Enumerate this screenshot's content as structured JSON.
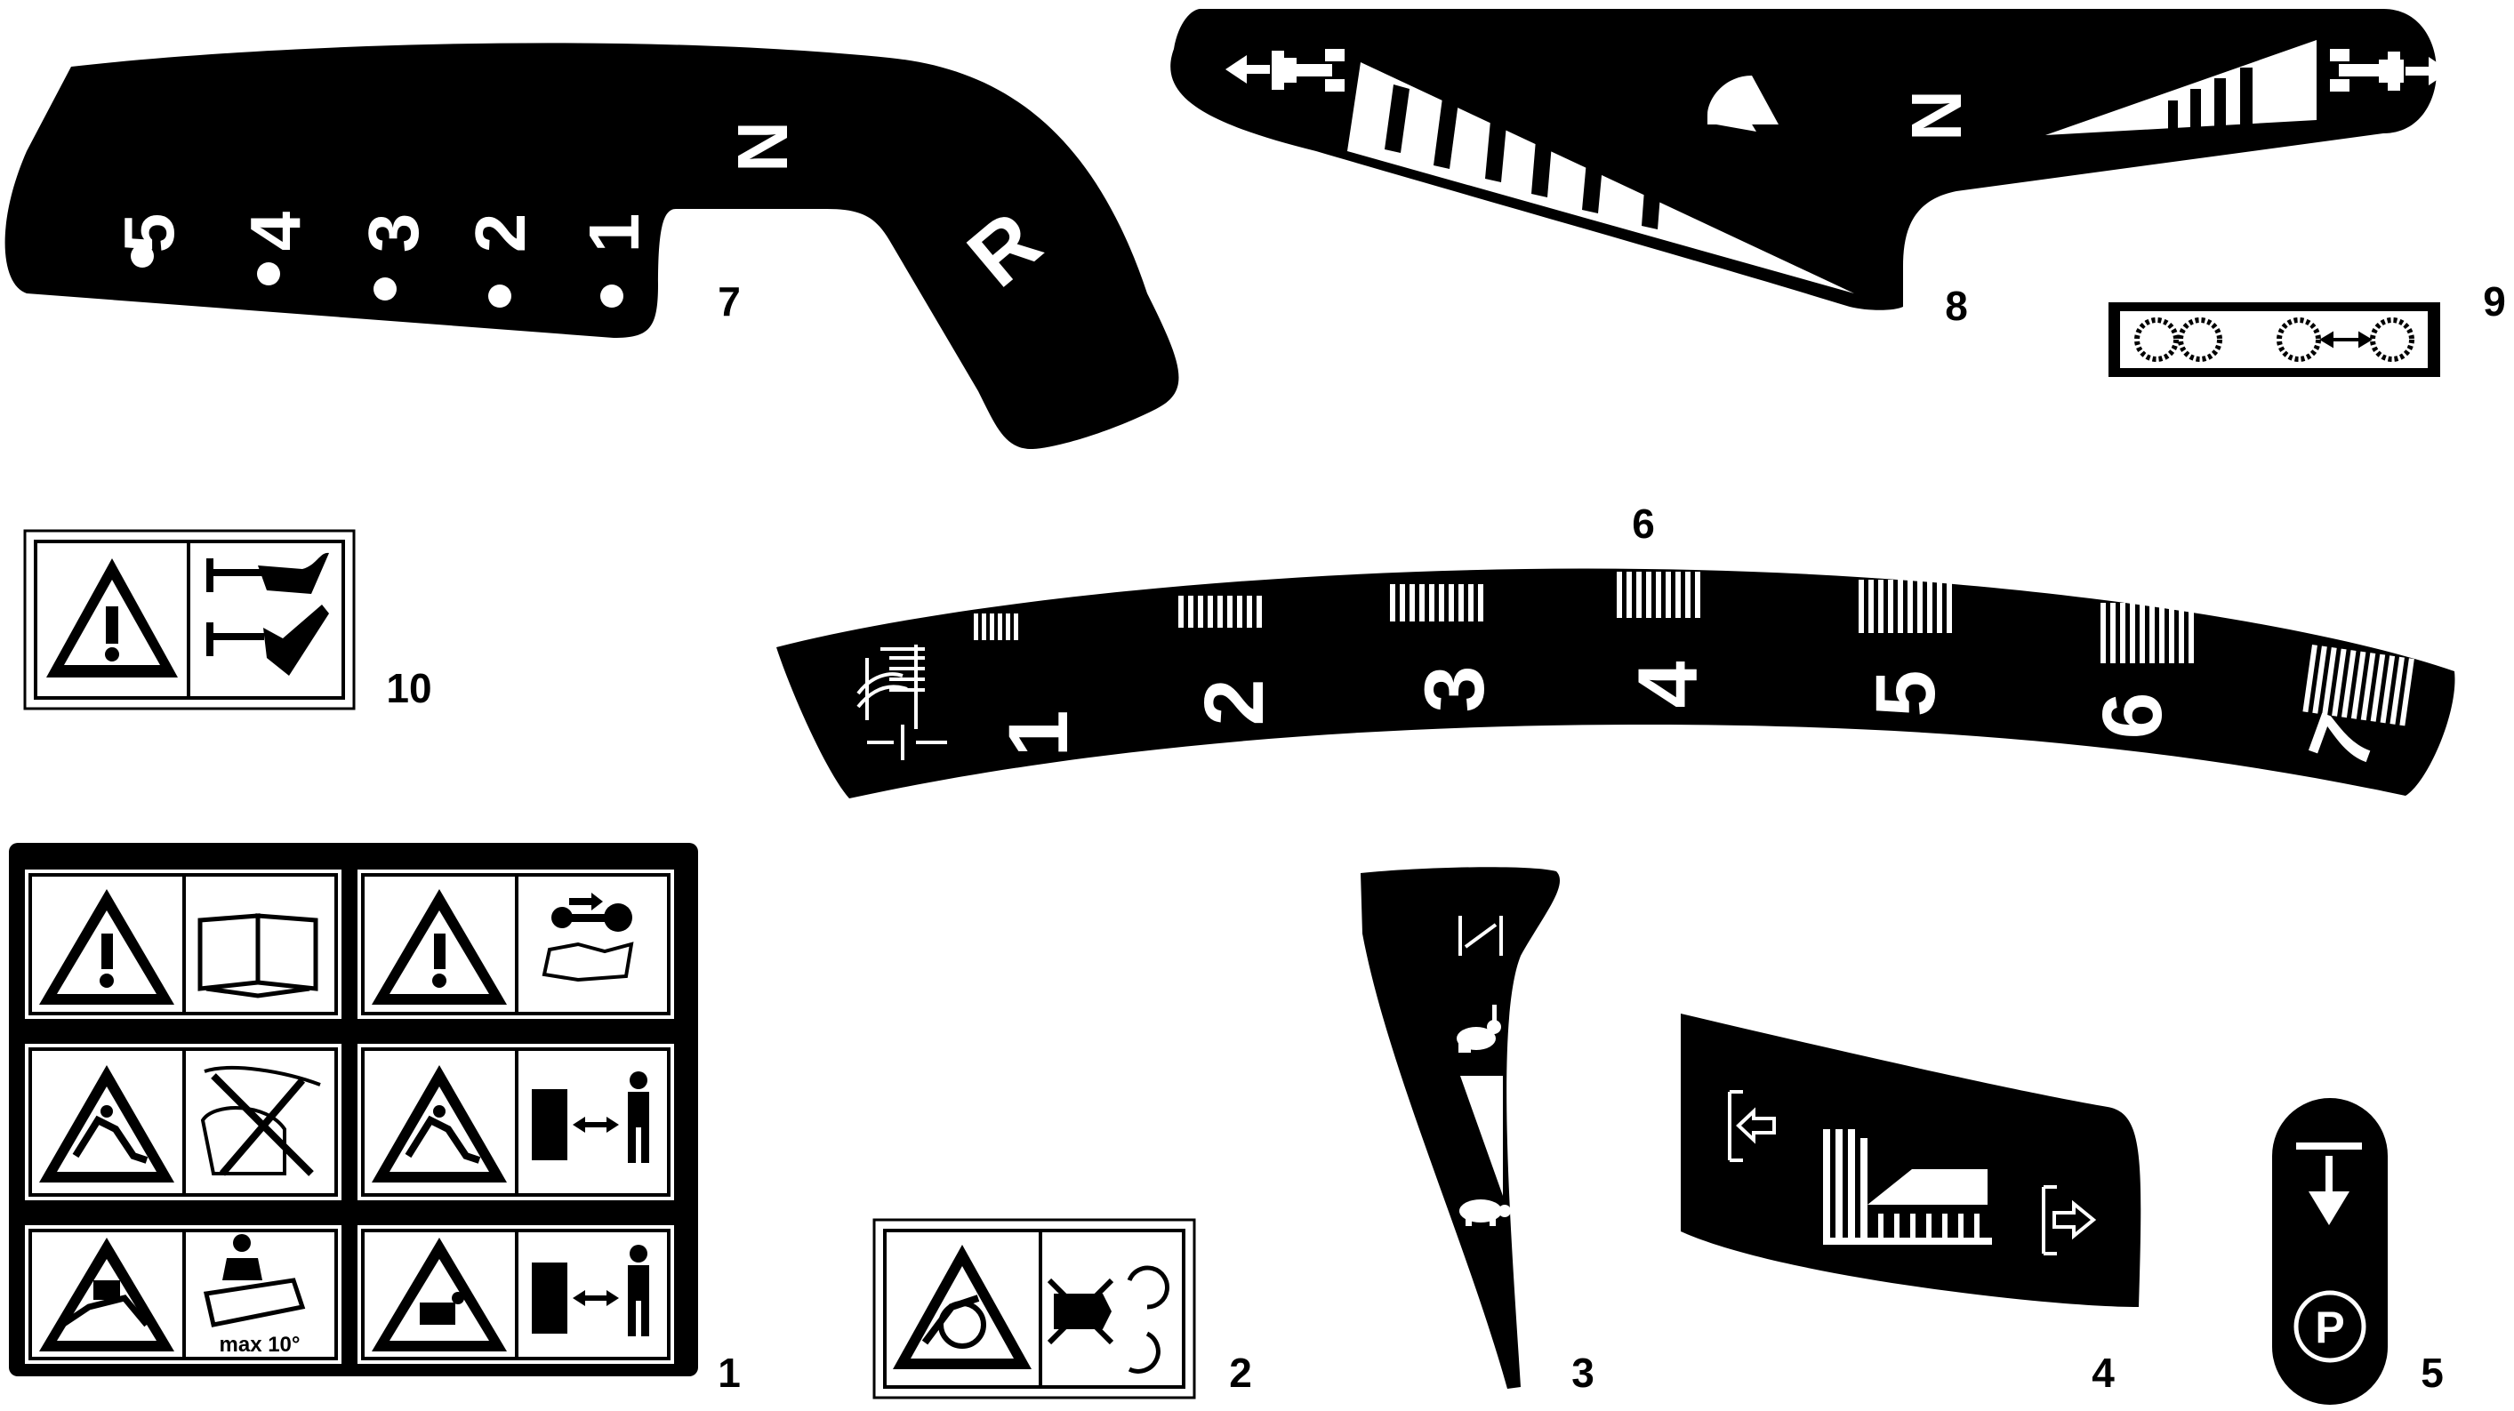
{
  "callouts": {
    "c1": "1",
    "c2": "2",
    "c3": "3",
    "c4": "4",
    "c5": "5",
    "c6": "6",
    "c7": "7",
    "c8": "8",
    "c9": "9",
    "c10": "10"
  },
  "decal7": {
    "gears": [
      "5",
      "4",
      "3",
      "2",
      "1"
    ],
    "neutral": "N",
    "reverse": "R"
  },
  "decal8": {
    "neutral": "N"
  },
  "decal6": {
    "positions": [
      "1",
      "2",
      "3",
      "4",
      "5",
      "6",
      "7"
    ]
  },
  "decal1": {
    "slope_text": "max 10°"
  },
  "decal5": {
    "park": "P"
  },
  "colors": {
    "ink": "#000000",
    "paper": "#ffffff"
  }
}
